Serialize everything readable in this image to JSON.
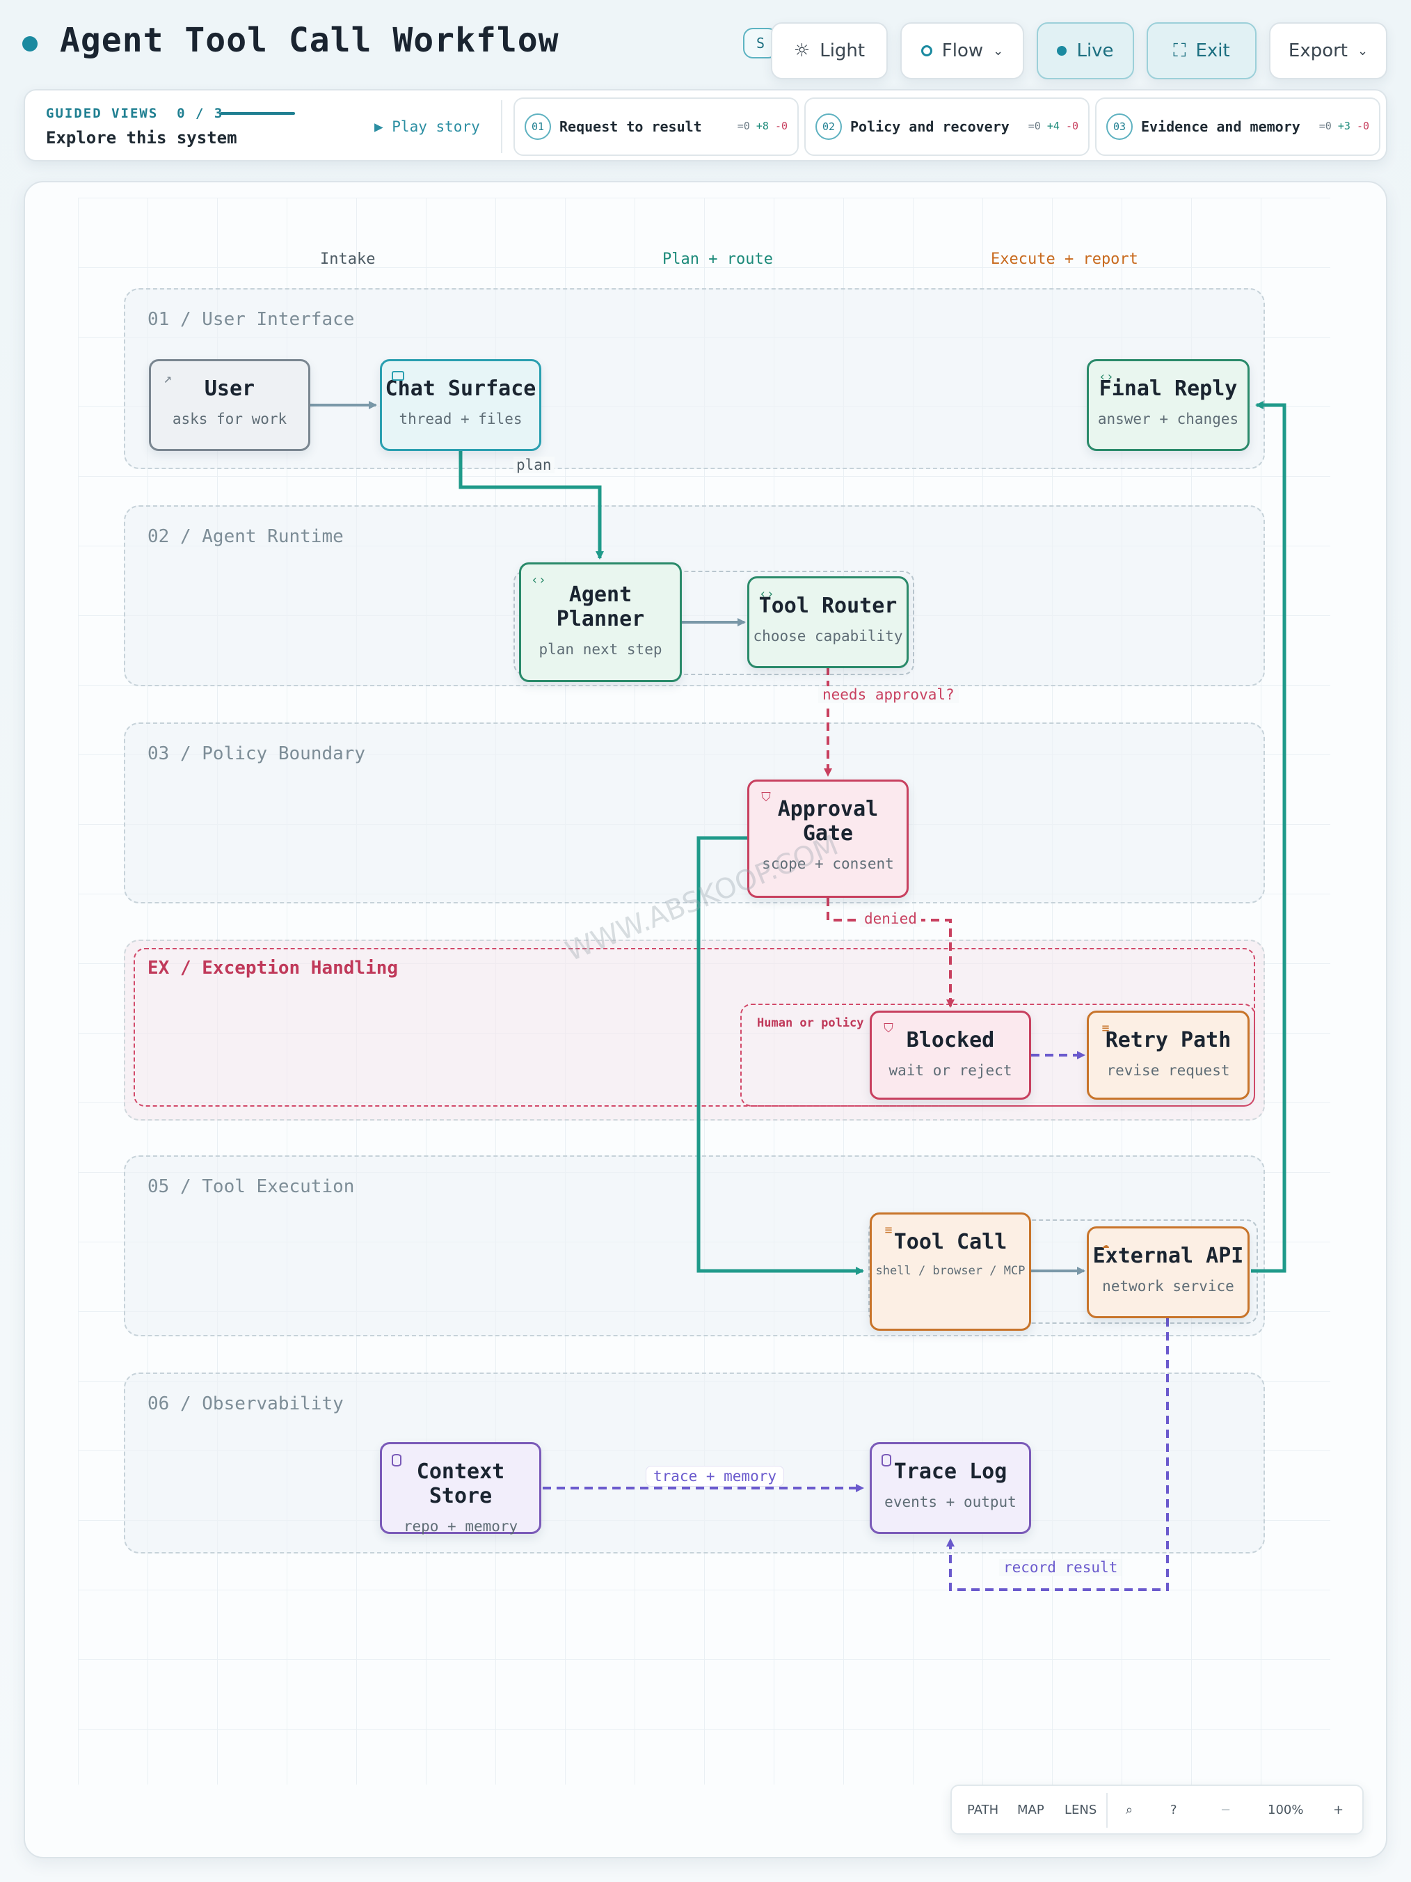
{
  "header": {
    "title": "Agent Tool Call Workflow"
  },
  "toolbar": {
    "hidden_tab": "S",
    "light_label": "Light",
    "flow_label": "Flow",
    "live_label": "Live",
    "exit_label": "Exit",
    "export_label": "Export"
  },
  "guided": {
    "label": "GUIDED VIEWS",
    "progress": "0 / 3",
    "title": "Explore this system",
    "play": "▶ Play story",
    "steps": [
      {
        "num": "01",
        "title": "Request to result",
        "c1": "=0",
        "c2": "+8",
        "c3": "-0"
      },
      {
        "num": "02",
        "title": "Policy and recovery",
        "c1": "=0",
        "c2": "+4",
        "c3": "-0"
      },
      {
        "num": "03",
        "title": "Evidence and memory",
        "c1": "=0",
        "c2": "+3",
        "c3": "-0"
      }
    ]
  },
  "lanes": [
    {
      "label": "Intake",
      "color": "#4d5b64"
    },
    {
      "label": "Plan + route",
      "color": "#1c8a7a"
    },
    {
      "label": "Execute + report",
      "color": "#c86a1e"
    }
  ],
  "bands": [
    {
      "label": "01 / User Interface"
    },
    {
      "label": "02 / Agent Runtime"
    },
    {
      "label": "03 / Policy Boundary"
    },
    {
      "label": "EX / Exception Handling"
    },
    {
      "label": "05 / Tool Execution"
    },
    {
      "label": "06 / Observability"
    }
  ],
  "nodes": {
    "user": {
      "title": "User",
      "sub": "asks for work"
    },
    "chat": {
      "title": "Chat Surface",
      "sub": "thread + files"
    },
    "final": {
      "title": "Final Reply",
      "sub": "answer + changes"
    },
    "planner": {
      "title": "Agent Planner",
      "sub": "plan next step"
    },
    "router": {
      "title": "Tool Router",
      "sub": "choose capability"
    },
    "approval": {
      "title": "Approval Gate",
      "sub": "scope + consent"
    },
    "blocked": {
      "title": "Blocked",
      "sub": "wait or reject"
    },
    "retry": {
      "title": "Retry Path",
      "sub": "revise request"
    },
    "toolcall": {
      "title": "Tool Call",
      "sub": "shell / browser / MCP"
    },
    "api": {
      "title": "External API",
      "sub": "network service"
    },
    "context": {
      "title": "Context Store",
      "sub": "repo + memory"
    },
    "trace": {
      "title": "Trace Log",
      "sub": "events + output"
    }
  },
  "edges": {
    "plan": "plan",
    "needs_approval": "needs approval?",
    "denied": "denied",
    "human_or_policy": "Human or policy",
    "trace_memory": "trace + memory",
    "record_result": "record result"
  },
  "zoom": {
    "path": "PATH",
    "map": "MAP",
    "lens": "LENS",
    "minus": "−",
    "level": "100%",
    "plus": "+"
  },
  "watermark": "WWW.ABSKOOP.COM",
  "colors": {
    "accent": "#1b8aa0",
    "teal_path": "#1f9a8a",
    "danger": "#c8405f",
    "purple": "#6a5acd",
    "orange": "#c8742a"
  }
}
